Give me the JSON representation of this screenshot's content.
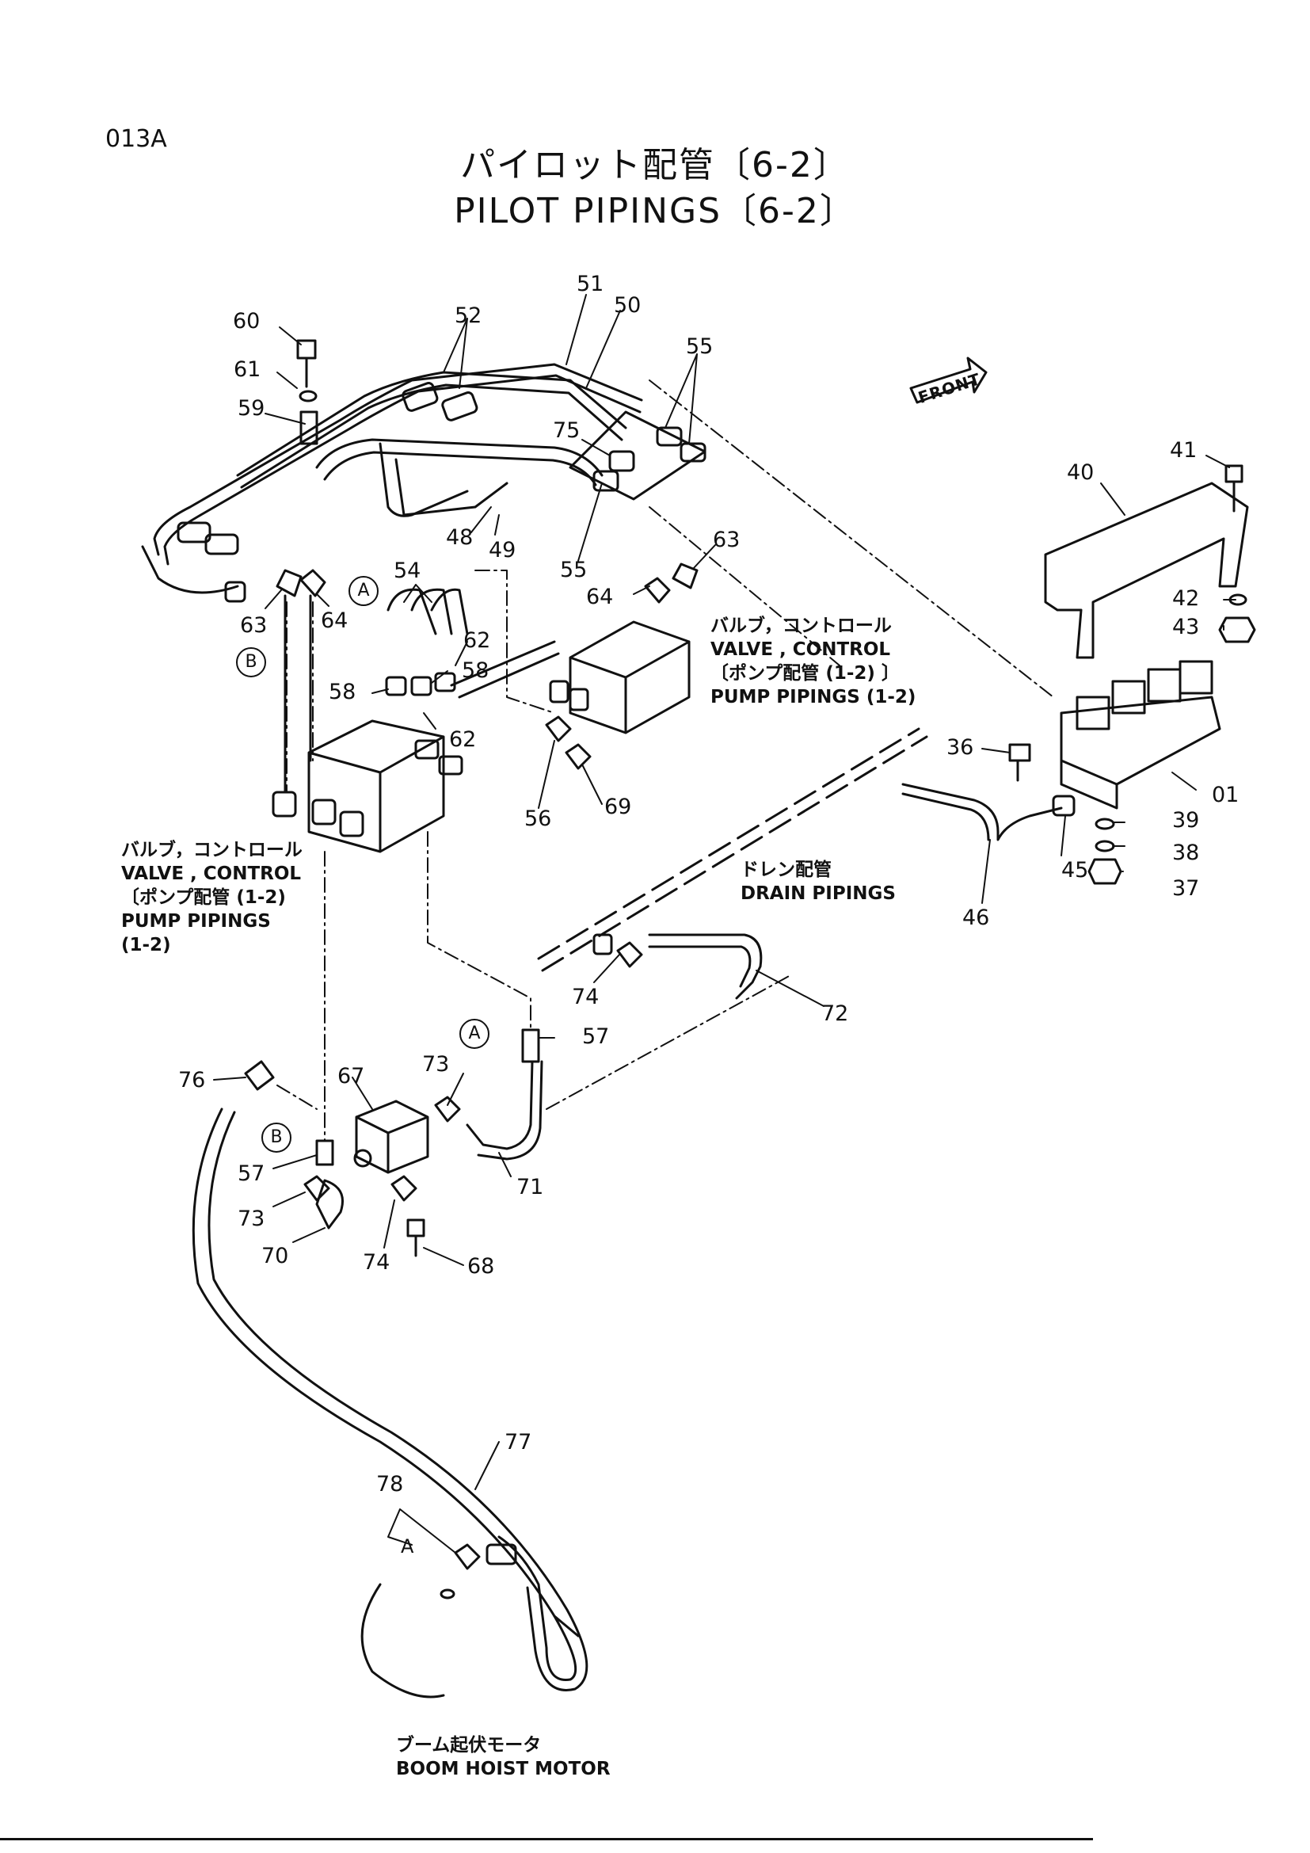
{
  "page_code": "013A",
  "title_jp": "パイロット配管〔6-2〕",
  "title_en": "PILOT PIPINGS〔6-2〕",
  "front_label": "FRONT",
  "notes": {
    "valve_upper": [
      "バルブ，コントロール",
      "VALVE , CONTROL",
      "〔ポンプ配管 (1-2) 〕",
      "PUMP PIPINGS (1-2)"
    ],
    "valve_lower": [
      "バルブ，コントロール",
      "VALVE , CONTROL",
      "〔ポンプ配管 (1-2)",
      "PUMP PIPINGS",
      "(1-2)"
    ],
    "drain": [
      "ドレン配管",
      "DRAIN PIPINGS"
    ],
    "boom": [
      "ブーム起伏モータ",
      "BOOM HOIST MOTOR"
    ]
  },
  "circled": {
    "a": "A",
    "b": "B"
  },
  "callouts": {
    "c51": "51",
    "c50": "50",
    "c60": "60",
    "c52": "52",
    "c55a": "55",
    "c61": "61",
    "c59": "59",
    "c75": "75",
    "c41": "41",
    "c40": "40",
    "c48": "48",
    "c49": "49",
    "c55b": "55",
    "c63a": "63",
    "c64a": "64",
    "c63b": "63",
    "c64b": "64",
    "c54": "54",
    "c42": "42",
    "c43": "43",
    "c62a": "62",
    "c58a": "58",
    "c58b": "58",
    "c62b": "62",
    "c36": "36",
    "c56": "56",
    "c69": "69",
    "c01": "01",
    "c39": "39",
    "c38": "38",
    "c45": "45",
    "c37": "37",
    "c46": "46",
    "c74a": "74",
    "c72": "72",
    "c57a": "57",
    "c73a": "73",
    "c76": "76",
    "c67": "67",
    "c57b": "57",
    "c71": "71",
    "c73b": "73",
    "c70": "70",
    "c74b": "74",
    "c68": "68",
    "c77": "77",
    "c78": "78",
    "c_a_small": "A"
  }
}
